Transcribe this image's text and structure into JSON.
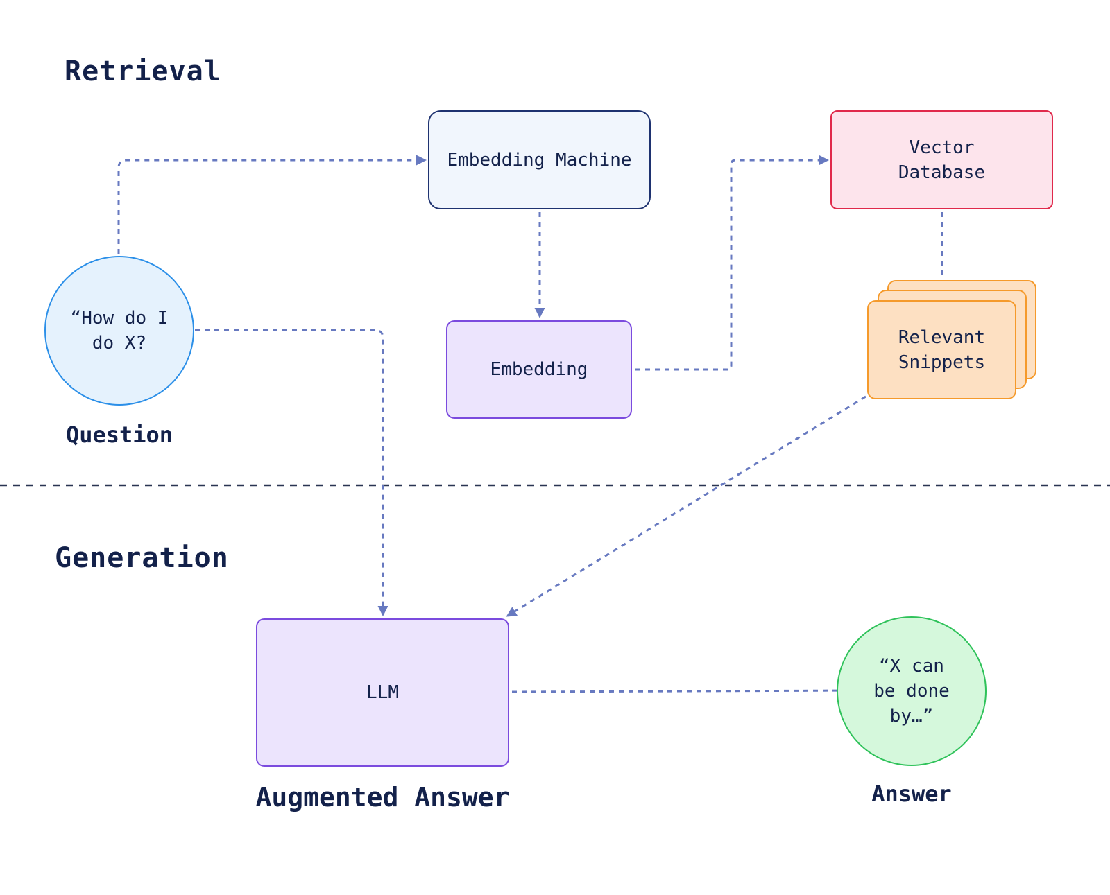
{
  "sections": {
    "retrieval": "Retrieval",
    "generation": "Generation"
  },
  "nodes": {
    "embedding_machine": "Embedding Machine",
    "vector_database": "Vector\nDatabase",
    "embedding": "Embedding",
    "relevant_snippets": "Relevant\nSnippets",
    "question_text": "“How do I\ndo X?",
    "llm": "LLM",
    "answer_text": "“X can\nbe done\nby…”"
  },
  "captions": {
    "question": "Question",
    "augmented_answer": "Augmented Answer",
    "answer": "Answer"
  },
  "colors": {
    "connector": "#6779c0",
    "divider": "#2a3552"
  }
}
